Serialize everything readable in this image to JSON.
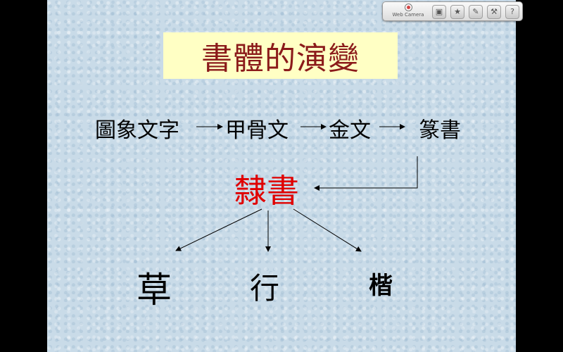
{
  "title": "書體的演變",
  "nodes": {
    "pictograph": "圖象文字",
    "oracle_bone": "甲骨文",
    "bronze": "金文",
    "seal": "篆書",
    "clerical": "隸書",
    "cursive": "草",
    "running": "行",
    "regular": "楷"
  },
  "toolbar": {
    "camera_label": "Web Camera",
    "icons": [
      "camera-icon",
      "presentation-icon",
      "star-icon",
      "edit-icon",
      "wrench-icon",
      "help-icon"
    ],
    "help_glyph": "?"
  },
  "colors": {
    "title": "#8b1a1a",
    "title_background": "#ffffc4",
    "highlight": "#e00000",
    "slide_background": "#c9dbe8"
  }
}
